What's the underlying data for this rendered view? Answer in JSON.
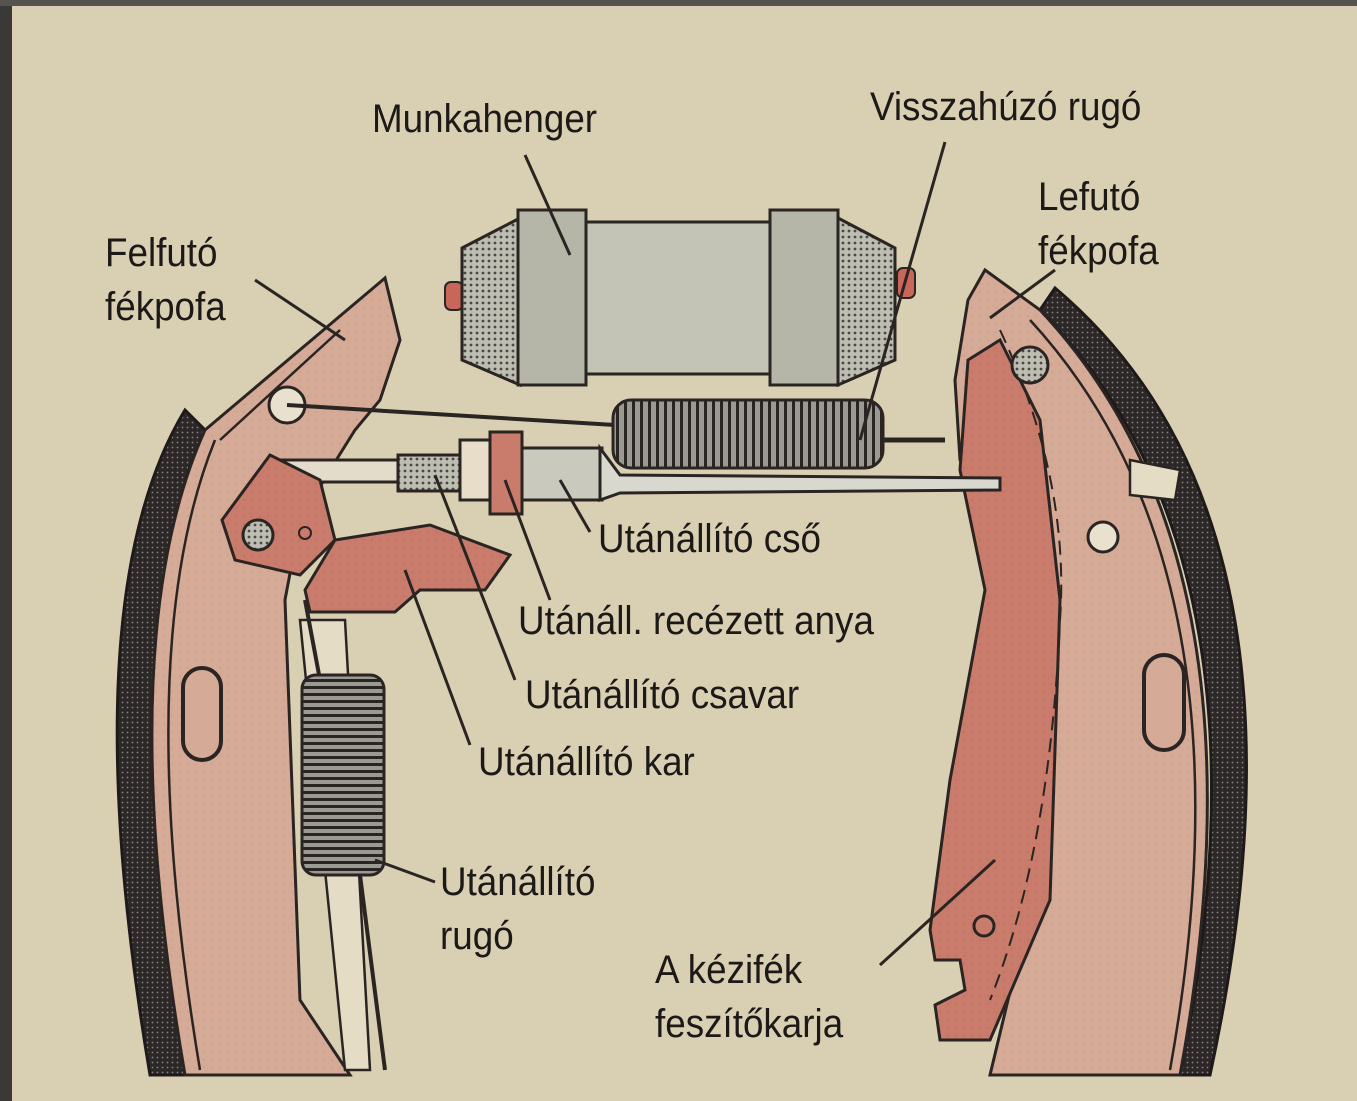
{
  "labels": {
    "munkahenger": "Munkahenger",
    "visszahuzo_rugo": "Visszahúzó rugó",
    "felfuto_fekpofa": [
      "Felfutó",
      "fékpofa"
    ],
    "lefuto_fekpofa": [
      "Lefutó",
      "fékpofa"
    ],
    "utanallito_cso": "Utánállító cső",
    "utanall_recezett_anya": "Utánáll. recézett anya",
    "utanallito_csavar": "Utánállító csavar",
    "utanallito_kar": "Utánállító kar",
    "utanallito_rugo": [
      "Utánállító",
      "rugó"
    ],
    "kezifek_feszitokarja": [
      "A kézifék",
      "feszítőkarja"
    ]
  },
  "colors": {
    "background": "#d9d0b4",
    "brake_shoe": "#d5aa97",
    "shoe_red": "#c97c6c",
    "lining": "#2d2828",
    "cylinder": "#b5b5a8",
    "line": "#2a2522"
  }
}
